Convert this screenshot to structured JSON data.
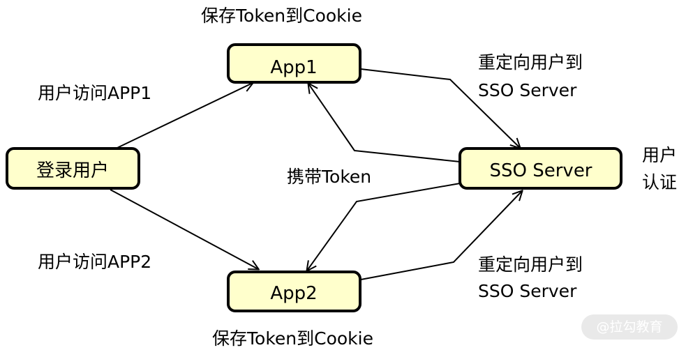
{
  "colors": {
    "node_fill": "#ffffcc",
    "stroke": "#000000",
    "watermark_bg": "#e9e9e9"
  },
  "nodes": {
    "app1": "App1",
    "app2": "App2",
    "sso": "SSO Server",
    "user": "登录用户"
  },
  "labels": {
    "save_top": "保存Token到Cookie",
    "save_bottom": "保存Token到Cookie",
    "visit_app1": "用户访问APP1",
    "visit_app2": "用户访问APP2",
    "redirect_top_1": "重定向用户到",
    "redirect_top_2": "SSO Server",
    "redirect_bottom_1": "重定向用户到",
    "redirect_bottom_2": "SSO Server",
    "carry_token": "携带Token",
    "auth_1": "用户",
    "auth_2": "认证"
  },
  "watermark": "@拉勾教育"
}
